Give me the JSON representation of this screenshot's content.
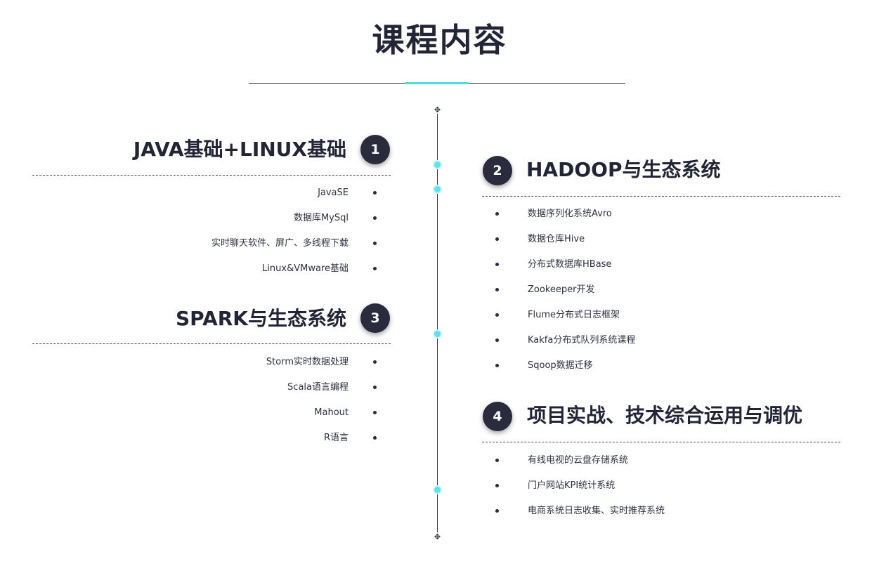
{
  "title": "课程内容",
  "colors": {
    "accent": "#4fdbe6",
    "dark": "#2a2b3d"
  },
  "sections": [
    {
      "num": "1",
      "title": "JAVA基础+LINUX基础",
      "items": [
        "JavaSE",
        "数据库MySql",
        "实时聊天软件、屏广、多线程下载",
        "Linux&VMware基础"
      ]
    },
    {
      "num": "2",
      "title": "HADOOP与生态系统",
      "items": [
        "数据序列化系统Avro",
        "数据仓库Hive",
        "分布式数据库HBase",
        "Zookeeper开发",
        "Flume分布式日志框架",
        "Kakfa分布式队列系统课程",
        "Sqoop数据迁移"
      ]
    },
    {
      "num": "3",
      "title": "SPARK与生态系统",
      "items": [
        "Storm实时数据处理",
        "Scala语言编程",
        "Mahout",
        "R语言"
      ]
    },
    {
      "num": "4",
      "title": "项目实战、技术综合运用与调优",
      "items": [
        "有线电视的云盘存储系统",
        "门户网站KPI统计系统",
        "电商系统日志收集、实时推荐系统"
      ]
    }
  ]
}
